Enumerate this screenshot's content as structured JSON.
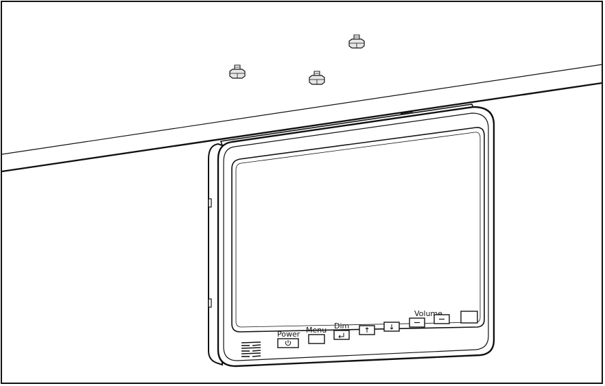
{
  "labels": {
    "power": "Power",
    "menu": "Menu",
    "dim": "Dim",
    "volume": "Volume"
  },
  "icons": {
    "power_button": "power-icon",
    "dim_button": "enter-return-icon",
    "up_button": "arrow-up-icon",
    "down_button": "arrow-down-icon",
    "volume_down_button": "minus-icon",
    "volume_up_button": "minus-icon"
  },
  "colors": {
    "line": "#111111",
    "background": "#ffffff",
    "nut_fill": "#e6e6e6"
  }
}
